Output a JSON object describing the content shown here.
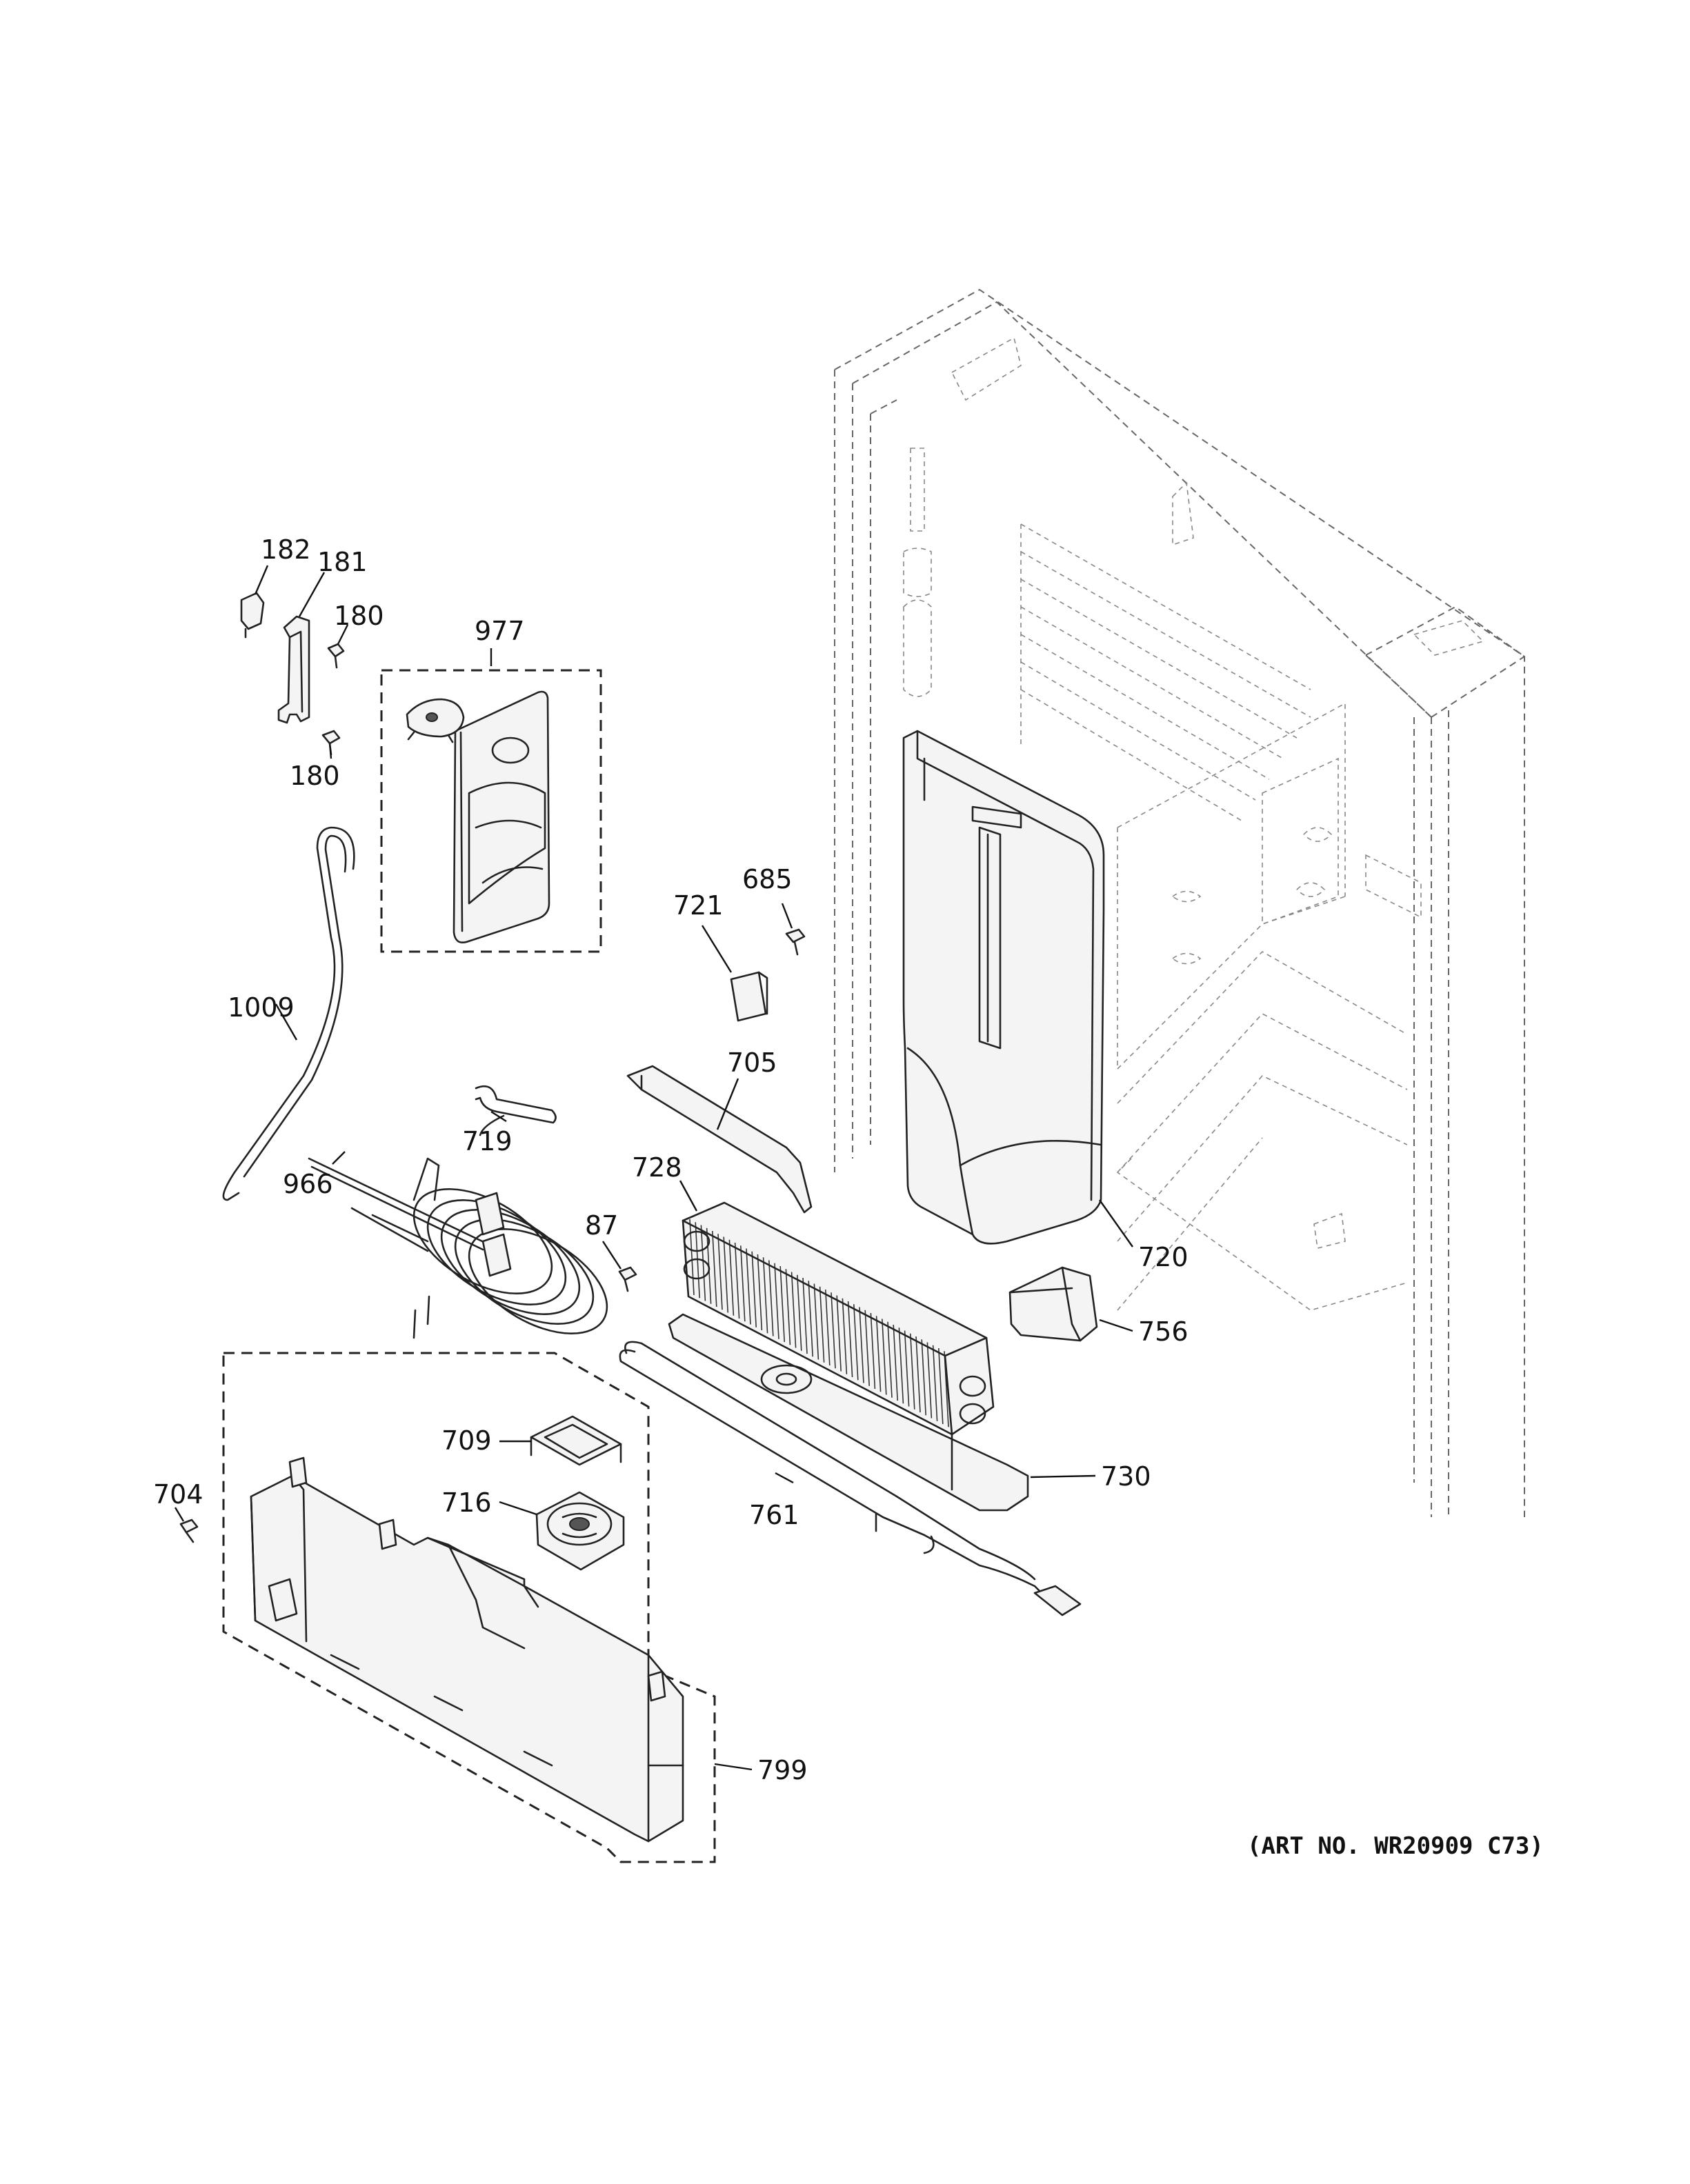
{
  "callouts": {
    "p182": "182",
    "p181": "181",
    "p180a": "180",
    "p180b": "180",
    "p977": "977",
    "p1009": "1009",
    "p721": "721",
    "p685": "685",
    "p705": "705",
    "p719": "719",
    "p966": "966",
    "p728": "728",
    "p87": "87",
    "p720": "720",
    "p756": "756",
    "p709": "709",
    "p716": "716",
    "p704": "704",
    "p761": "761",
    "p730": "730",
    "p799": "799"
  },
  "art_number": "(ART NO. WR20909 C73)"
}
